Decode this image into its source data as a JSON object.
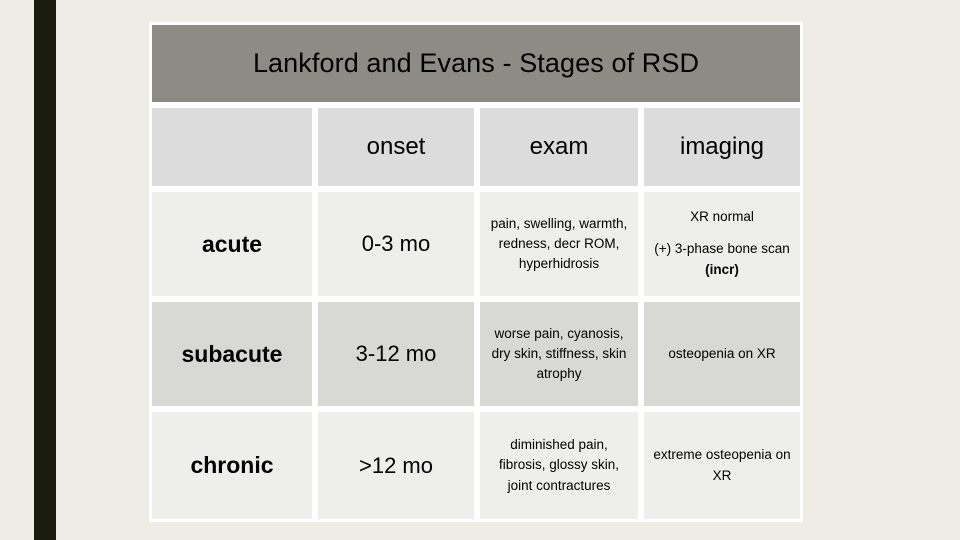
{
  "slide": {
    "background_color": "#eeece4",
    "accent_stripe_color": "#1a1c0e"
  },
  "title": {
    "text": "Lankford and Evans - Stages of RSD",
    "background_color": "#8c8c85",
    "text_color": "#ffffff"
  },
  "table": {
    "header_background_color": "#dcdcdc",
    "row_light_color": "#eeeeec",
    "row_dark_color": "#d8d8d5",
    "gridline_color": "#ffffff",
    "columns": [
      {
        "key": "stage",
        "label": ""
      },
      {
        "key": "onset",
        "label": "onset"
      },
      {
        "key": "exam",
        "label": "exam"
      },
      {
        "key": "imaging",
        "label": "imaging"
      }
    ],
    "rows": [
      {
        "stage": "acute",
        "onset": "0-3 mo",
        "exam": "pain, swelling, warmth, redness, decr ROM, hyperhidrosis",
        "imaging_line1": "XR normal",
        "imaging_line2": "(+) 3-phase bone scan ",
        "imaging_line2_bold": "(incr)"
      },
      {
        "stage": "subacute",
        "onset": "3-12 mo",
        "exam": "worse pain, cyanosis, dry skin, stiffness, skin atrophy",
        "imaging": "osteopenia on XR"
      },
      {
        "stage": "chronic",
        "onset": ">12 mo",
        "exam": "diminished pain, fibrosis, glossy skin, joint contractures",
        "imaging": "extreme osteopenia on XR"
      }
    ]
  }
}
